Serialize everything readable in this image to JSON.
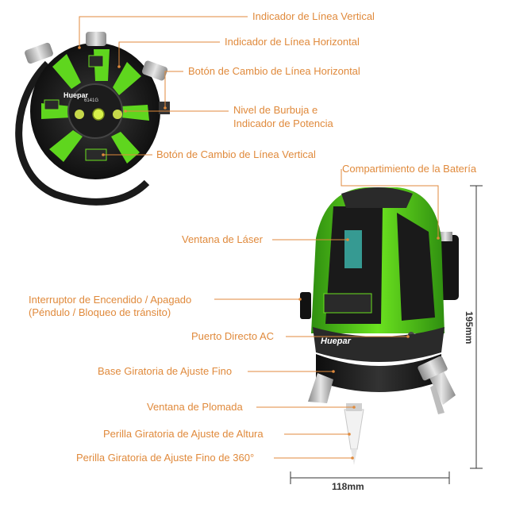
{
  "colors": {
    "accent": "#e08a3c",
    "device_green": "#5fd61e",
    "device_dark": "#1e1e1e"
  },
  "labels": {
    "vertical_line_indicator": "Indicador de Línea Vertical",
    "horizontal_line_indicator": "Indicador de Línea Horizontal",
    "horizontal_line_button": "Botón de Cambio de Línea Horizontal",
    "bubble_level_line1": "Nivel de Burbuja e",
    "bubble_level_line2": "Indicador de Potencia",
    "vertical_line_button": "Botón de Cambio de Línea Vertical",
    "battery_compartment": "Compartimiento de la Batería",
    "laser_window": "Ventana de Láser",
    "power_switch_line1": "Interruptor de Encendido / Apagado",
    "power_switch_line2": "(Péndulo / Bloqueo de tránsito)",
    "ac_port": "Puerto Directo AC",
    "rotating_base": "Base Giratoria de Ajuste Fino",
    "plumb_window": "Ventana de Plomada",
    "height_knob": "Perilla Giratoria de Ajuste de Altura",
    "fine_knob_360": "Perilla Giratoria de Ajuste Fino de 360°"
  },
  "device": {
    "brand": "Huepar",
    "model": "6141G"
  },
  "dimensions": {
    "height": "195mm",
    "width": "118mm"
  }
}
